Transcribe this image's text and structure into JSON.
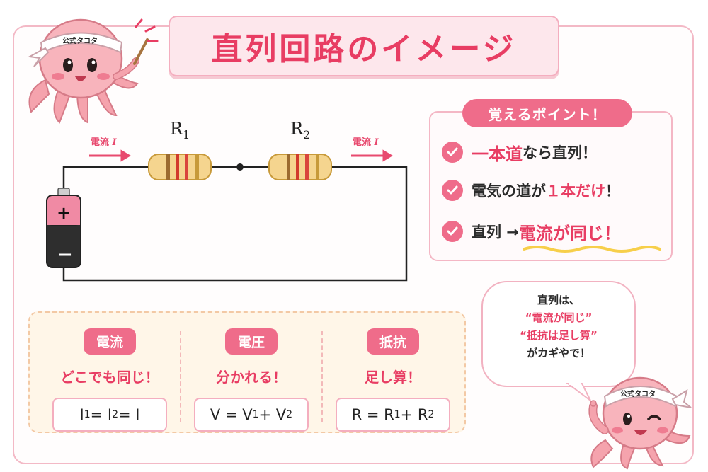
{
  "title": "直列回路のイメージ",
  "mascot": {
    "band_text": "公式タコタ"
  },
  "circuit": {
    "r1_label": "R",
    "r1_sub": "1",
    "r2_label": "R",
    "r2_sub": "2",
    "current_label": "電流",
    "current_symbol": "I",
    "battery_plus": "+",
    "battery_minus": "−"
  },
  "points": {
    "header": "覚えるポイント！",
    "item1": {
      "a": "一本道",
      "b": "なら直列！"
    },
    "item2": {
      "a": "電気の道が",
      "b": "１本だけ",
      "c": "！"
    },
    "item3": {
      "a": "直列 → ",
      "b": "電流が同じ！"
    }
  },
  "bubble": {
    "line1": "直列は、",
    "line2": "“電流が同じ”",
    "line3": "“抵抗は足し算”",
    "line4": "がカギやで！"
  },
  "columns": [
    {
      "tag": "電流",
      "desc": "どこでも同じ！",
      "formula": {
        "p1": "I",
        "s1": "1",
        "p2": " = I",
        "s2": "2",
        "p3": " = I"
      }
    },
    {
      "tag": "電圧",
      "desc": "分かれる！",
      "formula": {
        "p1": "V = V",
        "s1": "1",
        "p2": " + V",
        "s2": "2",
        "p3": ""
      }
    },
    {
      "tag": "抵抗",
      "desc": "足し算！",
      "formula": {
        "p1": "R = R",
        "s1": "1",
        "p2": " + R",
        "s2": "2",
        "p3": ""
      }
    }
  ],
  "colors": {
    "accent": "#ef6c8a",
    "title": "#e83d63",
    "border": "#f4b7c5",
    "panel": "#fff6e8"
  }
}
